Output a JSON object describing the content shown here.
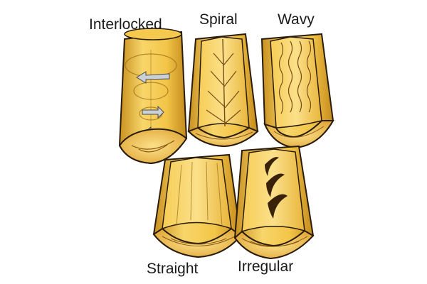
{
  "diagram": {
    "labels": {
      "interlocked": "Interlocked",
      "spiral": "Spiral",
      "wavy": "Wavy",
      "straight": "Straight",
      "irregular": "Irregular"
    },
    "colors": {
      "wood_light": "#f8d66a",
      "wood_mid": "#e9b53a",
      "wood_dark": "#b7801f",
      "outline": "#2a1c0a",
      "grain": "#7a4a12",
      "arrow": "#c9d1d6"
    }
  }
}
